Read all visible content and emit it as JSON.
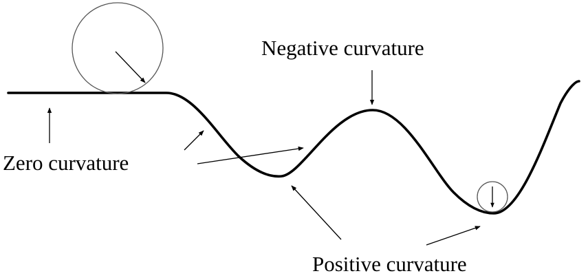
{
  "labels": {
    "negative": "Negative curvature",
    "zero": "Zero curvature",
    "positive": "Positive curvature"
  },
  "colors": {
    "ink": "#000000",
    "background": "#ffffff"
  }
}
